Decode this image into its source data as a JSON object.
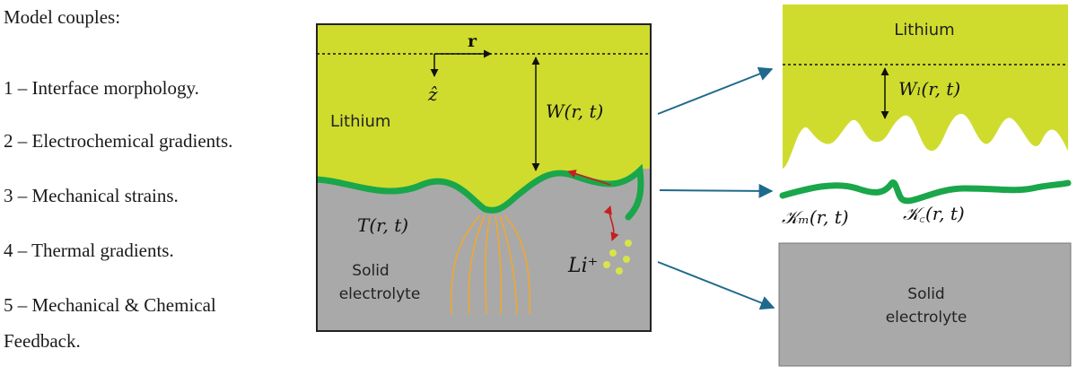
{
  "couples": {
    "heading": "Model couples:",
    "items": [
      "1 –  Interface morphology.",
      "2 – Electrochemical gradients.",
      "3 – Mechanical strains.",
      "4 – Thermal gradients.",
      "5 – Mechanical & Chemical",
      "Feedback."
    ]
  },
  "main_panel": {
    "vector_r": "r",
    "axis_z": "ẑ",
    "lithium_label": "Lithium",
    "width_label": "W(r, t)",
    "temperature_label": "T(r, t)",
    "electrolyte_line1": "Solid",
    "electrolyte_line2": "electrolyte",
    "ion_label": "Li⁺"
  },
  "right_top": {
    "lithium_label": "Lithium",
    "width_label": "Wₗ(r, t)"
  },
  "right_mid": {
    "kappa_m": "𝒦ₘ(r, t)",
    "kappa_c": "𝒦꜀(r, t)"
  },
  "right_bottom": {
    "line1": "Solid",
    "line2": "electrolyte"
  },
  "colors": {
    "lithium": "#cfdc2e",
    "interface": "#1aa64a",
    "electrolyte": "#a9a9a9",
    "arrow_blue": "#1f6a8c",
    "red_arrow": "#c81e1e",
    "thermal_lines": "#f0a830",
    "ions": "#d9e34a"
  }
}
